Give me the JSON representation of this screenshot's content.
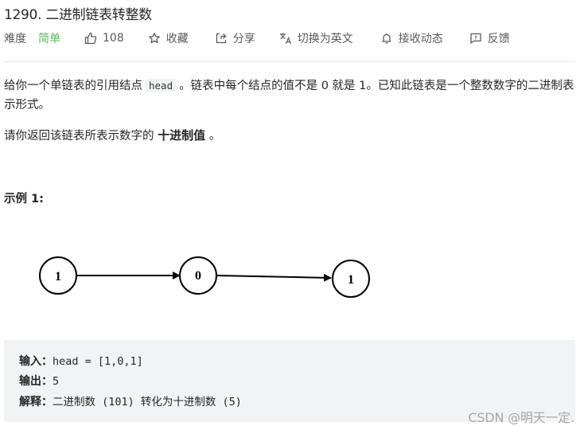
{
  "problem": {
    "title": "1290. 二进制链表转整数"
  },
  "meta": {
    "difficulty_label": "难度",
    "difficulty": "简单",
    "likes": "108",
    "favorite_label": "收藏",
    "share_label": "分享",
    "switch_lang_label": "切换为英文",
    "subscribe_label": "接收动态",
    "feedback_label": "反馈",
    "difficulty_color": "#5cb85c"
  },
  "description": {
    "p1_before": "给你一个单链表的引用结点",
    "p1_code": "head",
    "p1_after": "。链表中每个结点的值不是 0 就是 1。已知此链表是一个整数数字的二进制表示形式。",
    "p2_before": "请你返回该链表所表示数字的",
    "p2_bold": "十进制值",
    "p2_after": "。"
  },
  "example": {
    "title": "示例 1:",
    "diagram_nodes": [
      "1",
      "0",
      "1"
    ],
    "input_label": "输入：",
    "input_value": "head = [1,0,1]",
    "output_label": "输出：",
    "output_value": "5",
    "explain_label": "解释：",
    "explain_value": "二进制数 (101) 转化为十进制数 (5)"
  },
  "watermark": "CSDN @明天一定."
}
